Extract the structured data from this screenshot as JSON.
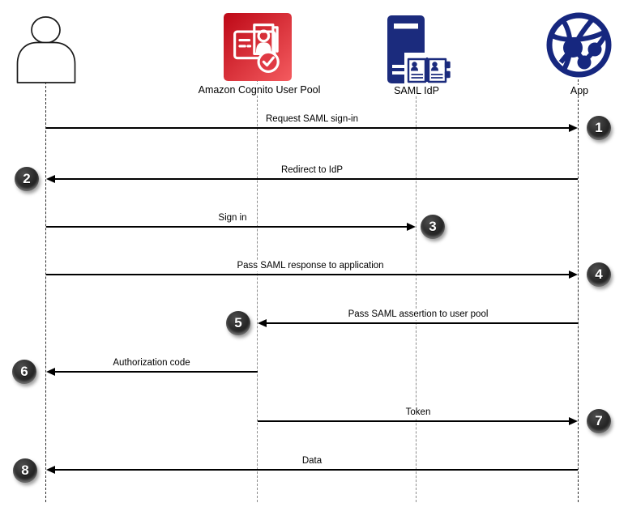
{
  "actors": [
    {
      "id": "user",
      "label": "",
      "icon": "person-icon"
    },
    {
      "id": "cognito",
      "label": "Amazon Cognito User Pool",
      "icon": "cognito-user-pool-icon"
    },
    {
      "id": "idp",
      "label": "SAML IdP",
      "icon": "idp-server-book-icon"
    },
    {
      "id": "app",
      "label": "App",
      "icon": "globe-network-icon"
    }
  ],
  "messages": [
    {
      "step": "1",
      "label": "Request SAML sign-in",
      "from": "user",
      "to": "app"
    },
    {
      "step": "2",
      "label": "Redirect to IdP",
      "from": "app",
      "to": "user"
    },
    {
      "step": "3",
      "label": "Sign in",
      "from": "user",
      "to": "idp"
    },
    {
      "step": "4",
      "label": "Pass SAML response to application",
      "from": "user",
      "to": "app"
    },
    {
      "step": "5",
      "label": "Pass SAML assertion to user pool",
      "from": "app",
      "to": "cognito"
    },
    {
      "step": "6",
      "label": "Authorization code",
      "from": "cognito",
      "to": "user"
    },
    {
      "step": "7",
      "label": "Token",
      "from": "cognito",
      "to": "app"
    },
    {
      "step": "8",
      "label": "Data",
      "from": "app",
      "to": "user"
    }
  ],
  "colors": {
    "cognito_red_start": "#bd0816",
    "cognito_red_end": "#f45b5f",
    "navy_blue": "#1b2b7d",
    "badge_dark": "#1f1f1f",
    "arrow_black": "#000000"
  }
}
